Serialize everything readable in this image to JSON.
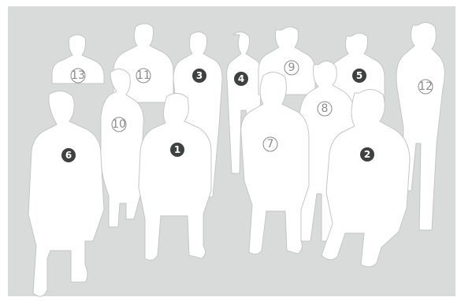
{
  "people": [
    {
      "id": "13",
      "label": "13",
      "style": "outline"
    },
    {
      "id": "11",
      "label": "11",
      "style": "outline"
    },
    {
      "id": "3",
      "label": "3",
      "style": "filled"
    },
    {
      "id": "4",
      "label": "4",
      "style": "filled"
    },
    {
      "id": "9",
      "label": "9",
      "style": "outline"
    },
    {
      "id": "5",
      "label": "5",
      "style": "filled"
    },
    {
      "id": "12",
      "label": "12",
      "style": "outline"
    },
    {
      "id": "10",
      "label": "10",
      "style": "outline"
    },
    {
      "id": "8",
      "label": "8",
      "style": "outline"
    },
    {
      "id": "6",
      "label": "6",
      "style": "filled"
    },
    {
      "id": "1",
      "label": "1",
      "style": "filled"
    },
    {
      "id": "7",
      "label": "7",
      "style": "outline"
    },
    {
      "id": "2",
      "label": "2",
      "style": "filled"
    }
  ],
  "colors": {
    "background": "#d9dbda",
    "silhouette": "#ffffff",
    "badge_filled": "#3f4140",
    "badge_outline": "#8a8c8b"
  }
}
